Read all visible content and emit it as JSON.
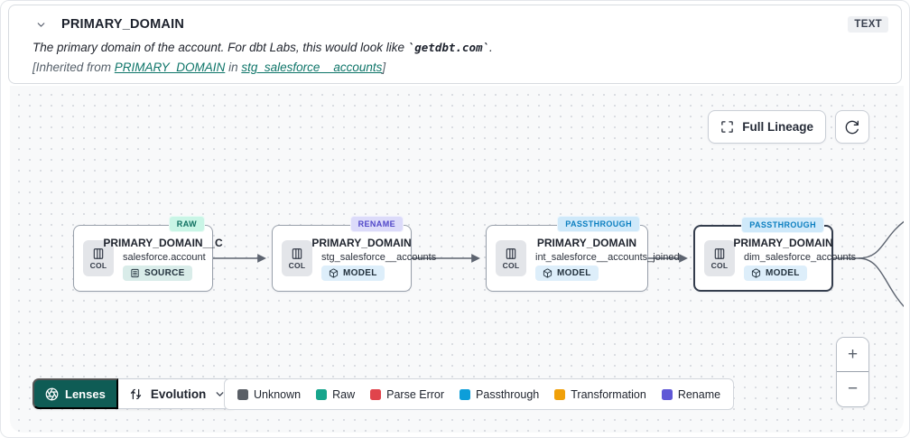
{
  "header": {
    "title": "PRIMARY_DOMAIN",
    "type_badge": "TEXT",
    "description_prefix": "The primary domain of the account. For dbt Labs, this would look like ",
    "description_code": "`getdbt.com`",
    "description_suffix": ".",
    "inherited_prefix": "[Inherited from ",
    "inherited_link_column": "PRIMARY_DOMAIN",
    "inherited_middle": " in ",
    "inherited_link_model": "stg_salesforce__accounts",
    "inherited_suffix": "]"
  },
  "canvas": {
    "toolbar": {
      "full_lineage_label": "Full Lineage",
      "refresh_icon": "refresh"
    },
    "col_chip_label": "COL",
    "nodes": [
      {
        "title": "PRIMARY_DOMAIN__C",
        "subtitle": "salesforce.account",
        "resource_label": "SOURCE",
        "status_label": "RAW",
        "status_bg": "#c9f5e6",
        "status_fg": "#0d6e5f",
        "selected": false
      },
      {
        "title": "PRIMARY_DOMAIN",
        "subtitle": "stg_salesforce__accounts",
        "resource_label": "MODEL",
        "status_label": "RENAME",
        "status_bg": "#dcdbfa",
        "status_fg": "#4f46c8",
        "selected": false
      },
      {
        "title": "PRIMARY_DOMAIN",
        "subtitle": "int_salesforce__accounts_joined",
        "resource_label": "MODEL",
        "status_label": "PASSTHROUGH",
        "status_bg": "#cfe9fa",
        "status_fg": "#0c7fc0",
        "selected": false
      },
      {
        "title": "PRIMARY_DOMAIN",
        "subtitle": "dim_salesforce_accounts",
        "resource_label": "MODEL",
        "status_label": "PASSTHROUGH",
        "status_bg": "#cfe9fa",
        "status_fg": "#0c7fc0",
        "selected": true
      }
    ],
    "lenses": {
      "button_label": "Lenses",
      "selected_lens": "Evolution"
    },
    "legend": [
      {
        "label": "Unknown",
        "color": "#5a5f66"
      },
      {
        "label": "Raw",
        "color": "#17a58c"
      },
      {
        "label": "Parse Error",
        "color": "#e0444c"
      },
      {
        "label": "Passthrough",
        "color": "#0d9ed9"
      },
      {
        "label": "Transformation",
        "color": "#f0a009"
      },
      {
        "label": "Rename",
        "color": "#5f57d6"
      }
    ],
    "zoom": {
      "zoom_in": "+",
      "zoom_out": "−"
    }
  }
}
